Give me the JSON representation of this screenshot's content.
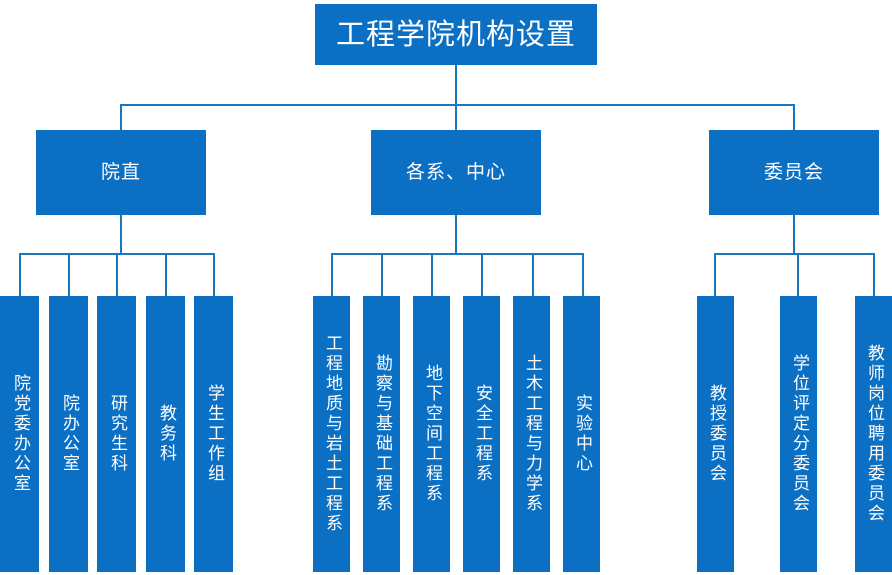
{
  "chart_title": "工程学院机构设置",
  "colors": {
    "box_fill": "#0B6FC3",
    "box_text": "#FFFFFF",
    "connector": "#1878BE",
    "background": "#FFFFFF"
  },
  "root": {
    "label": "工程学院机构设置"
  },
  "branches": [
    {
      "id": "yuanzhi",
      "label": "院直",
      "children": [
        {
          "label": "院党委办公室"
        },
        {
          "label": "院办公室"
        },
        {
          "label": "研究生科"
        },
        {
          "label": "教务科"
        },
        {
          "label": "学生工作组"
        }
      ]
    },
    {
      "id": "gexi-zhongxin",
      "label": "各系、中心",
      "children": [
        {
          "label": "工程地质与岩土工程系"
        },
        {
          "label": "勘察与基础工程系"
        },
        {
          "label": "地下空间工程系"
        },
        {
          "label": "安全工程系"
        },
        {
          "label": "土木工程与力学系"
        },
        {
          "label": "实验中心"
        }
      ]
    },
    {
      "id": "weiyuanhui",
      "label": "委员会",
      "children": [
        {
          "label": "教授委员会"
        },
        {
          "label": "学位评定分委员会"
        },
        {
          "label": "教师岗位聘用委员会"
        }
      ]
    }
  ]
}
